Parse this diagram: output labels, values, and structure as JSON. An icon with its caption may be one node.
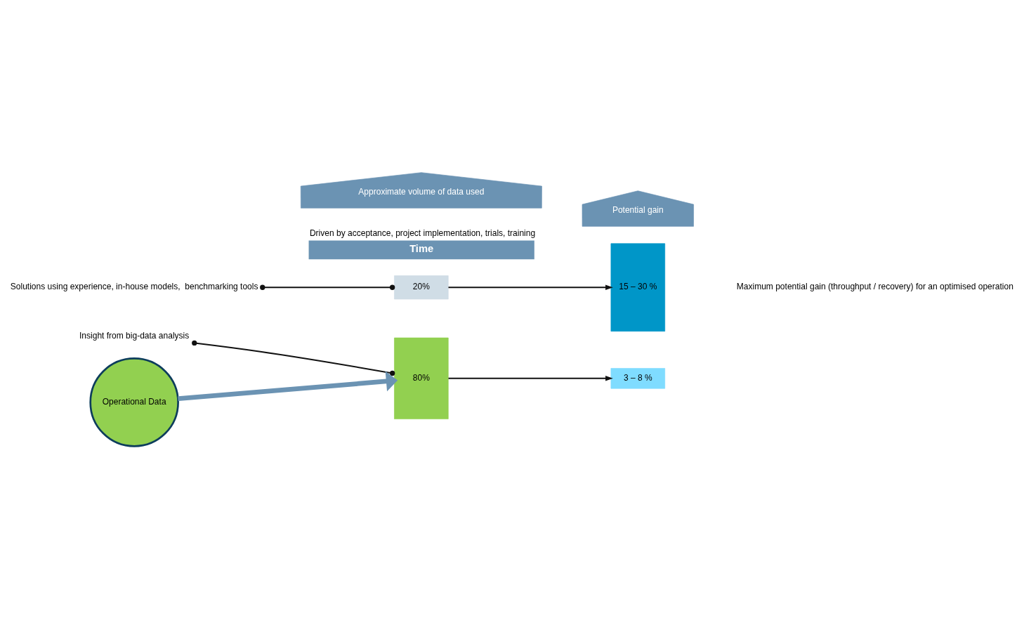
{
  "diagram": {
    "nodes": [
      {
        "text": [
          "Insight from big-data analysis"
        ]
      },
      {
        "text": [
          "Operational Data"
        ]
      },
      {
        "text": [
          "80%"
        ]
      },
      {
        "text": [
          "20%"
        ]
      },
      {
        "text": [
          "3 – 8 %"
        ]
      },
      {
        "text": [
          "15 – 30 %"
        ]
      },
      {
        "text": [
          "Solutions using experience, in-house models,  benchmarking tools"
        ]
      },
      {
        "text": [
          "Time"
        ],
        "beside": [
          "Driven by acceptance, project implementation, trials, training"
        ]
      },
      {
        "text": [
          "Approximate volume of data used"
        ]
      },
      {
        "text": [
          "Potential gain"
        ]
      }
    ],
    "edges": [
      {
        "from": 0,
        "to": 2,
        "arrow": "other"
      },
      {
        "from": 1,
        "to": 2,
        "arrow": "to",
        "style": "thick",
        "color": "#6b93b3"
      },
      {
        "from": 2,
        "to": 4,
        "arrow": "to"
      },
      {
        "from": 3,
        "to": 5,
        "arrow": "to"
      },
      {
        "from": 6,
        "to": 3,
        "arrow": "other"
      }
    ],
    "labels": [
      "Maximum potential gain (throughput / recovery) for an optimised operation"
    ]
  }
}
